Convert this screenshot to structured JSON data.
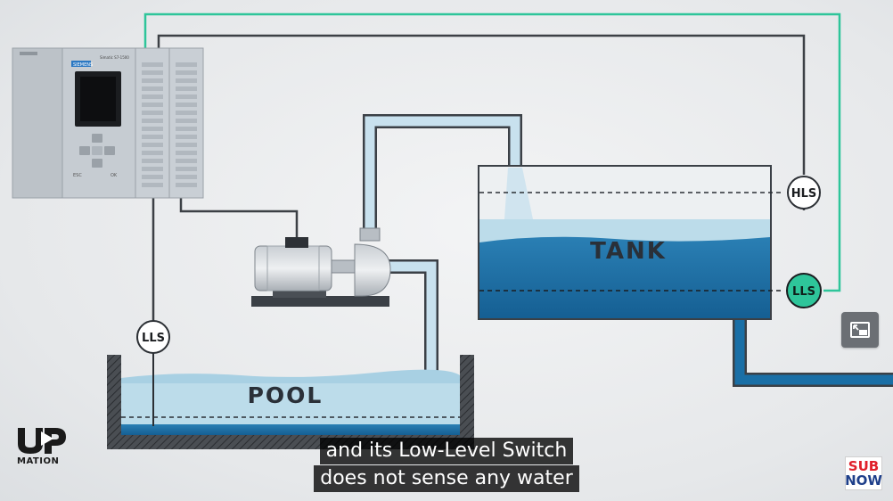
{
  "plc": {
    "brand": "SIEMENS",
    "model": "Simatic S7-1500",
    "esc_label": "ESC",
    "ok_label": "OK"
  },
  "diagram": {
    "pool_label": "POOL",
    "tank_label": "TANK",
    "pool_switch_label": "LLS",
    "tank_high_switch_label": "HLS",
    "tank_low_switch_label": "LLS"
  },
  "subtitles": {
    "line1": "and its Low-Level Switch",
    "line2": "does not sense any water"
  },
  "logo": {
    "wordmark": "MATION",
    "glyph": "UP"
  },
  "subscribe": {
    "line1": "SUB",
    "line2": "NOW"
  },
  "colors": {
    "signal_active": "#2ec59a",
    "wire": "#3c4045",
    "water_deep": "#1a6fa6",
    "water_light": "#bcdcea",
    "pipe_fill": "#c8e1ee"
  },
  "controls": {
    "pip_icon": "picture-in-picture-icon"
  }
}
